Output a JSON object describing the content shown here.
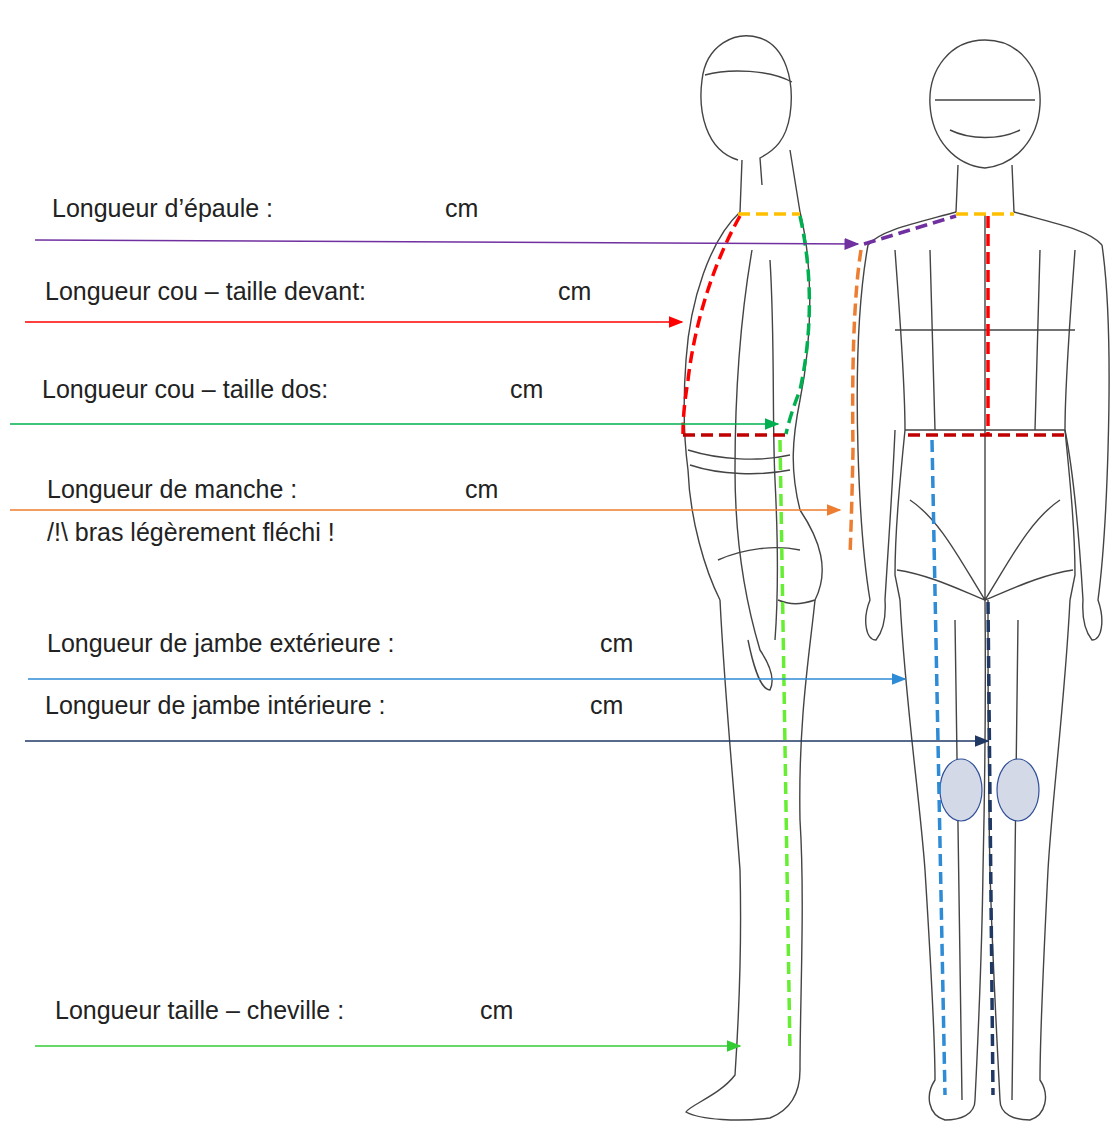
{
  "diagram": {
    "labels": [
      "Longueur d’épaule :",
      "cm",
      "Longueur cou – taille devant:",
      "cm",
      "Longueur cou – taille dos:",
      "cm",
      "Longueur de manche :",
      "cm",
      "/!\\ bras légèrement fléchi !",
      "Longueur de jambe extérieure :",
      "cm",
      "Longueur de jambe intérieure :",
      "cm",
      "Longueur taille – cheville :",
      "cm"
    ]
  }
}
